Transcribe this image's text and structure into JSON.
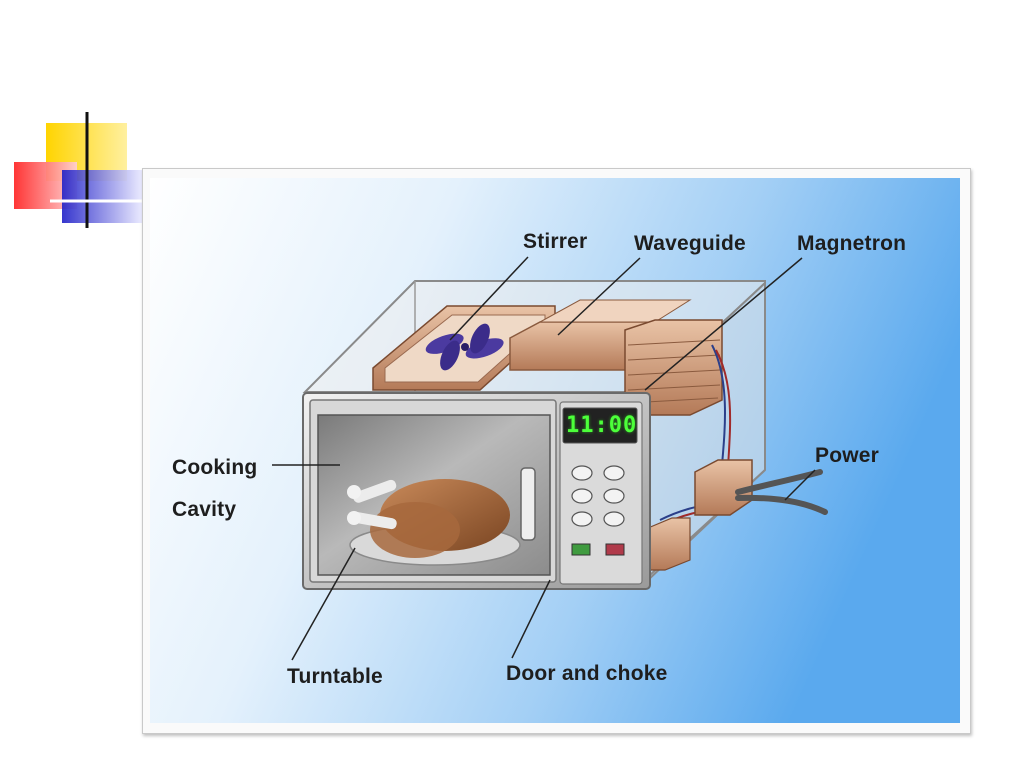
{
  "diagram": {
    "labels": {
      "stirrer": "Stirrer",
      "waveguide": "Waveguide",
      "magnetron": "Magnetron",
      "power": "Power",
      "cooking": "Cooking",
      "cavity": "Cavity",
      "turntable": "Turntable",
      "door_and_choke": "Door and choke"
    },
    "display_time": "11:00",
    "colors": {
      "background_blue": "#5aa9ee",
      "copper": "#c98f6e",
      "stirrer_purple": "#4b3aa0",
      "metal": "#c8c8c8",
      "display_green": "#4cff3a"
    }
  }
}
